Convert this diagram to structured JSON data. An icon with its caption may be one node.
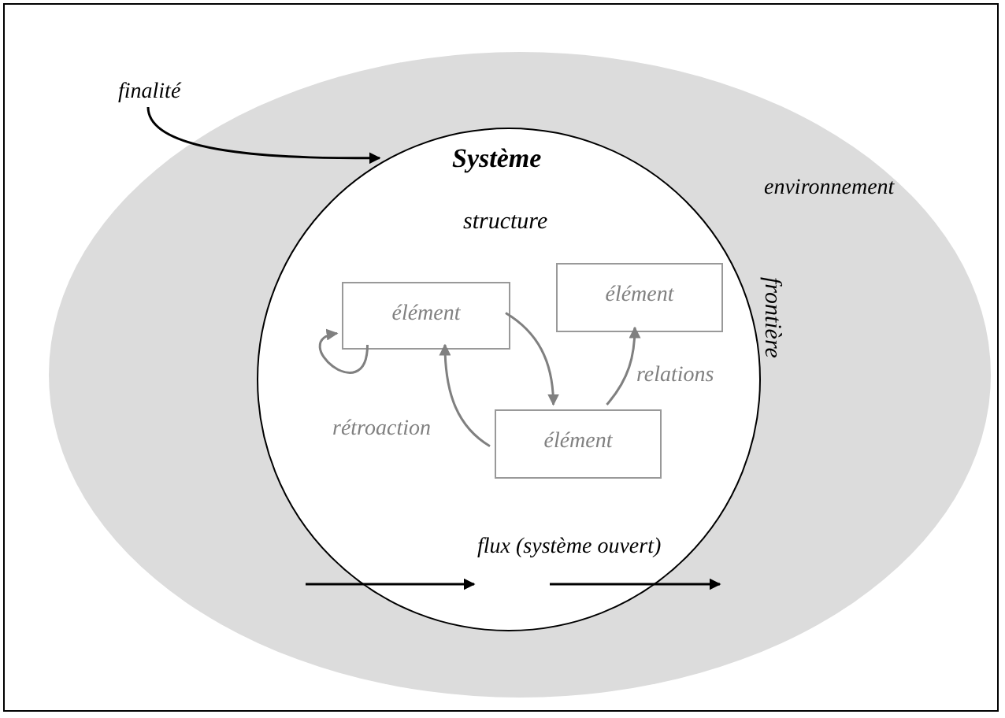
{
  "diagram": {
    "nodes": [
      {
        "text": [
          "environnement"
        ]
      },
      {
        "text": [
          "finalité"
        ],
        "in": 0
      },
      {
        "text": [
          "Système",
          "structure"
        ],
        "in": 0,
        "beside": [
          "frontière"
        ]
      },
      {
        "text": [
          "élément"
        ],
        "in": 2
      },
      {
        "text": [
          "élément"
        ],
        "in": 2
      },
      {
        "text": [
          "élément"
        ],
        "in": 2
      }
    ],
    "edges": [
      {
        "from": 1,
        "to": 2,
        "arrow": "to",
        "color": "#000000"
      },
      {
        "from": 3,
        "to": 3,
        "arrow": "to"
      },
      {
        "from": 3,
        "to": 5,
        "arrow": "to"
      },
      {
        "from": 5,
        "to": 3,
        "arrow": "to",
        "label": "rétroaction"
      },
      {
        "from": 5,
        "to": 4,
        "arrow": "to",
        "label": "relations"
      }
    ],
    "labels": [
      "flux (système ouvert)"
    ]
  }
}
